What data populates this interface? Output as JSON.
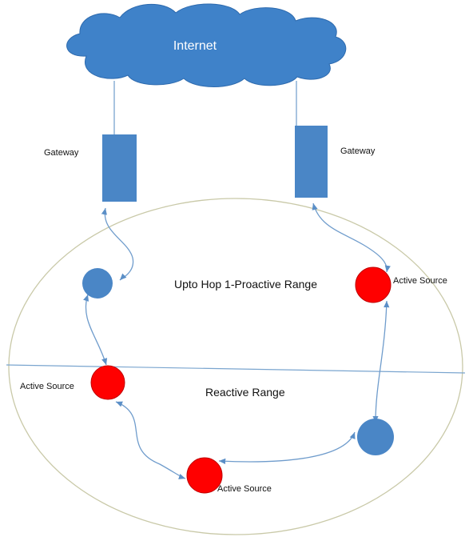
{
  "labels": {
    "cloud": "Internet",
    "gateway_left": "Gateway",
    "gateway_right": "Gateway",
    "proactive": "Upto Hop 1-Proactive Range",
    "reactive": "Reactive Range",
    "source_top_right": "Active Source",
    "source_left": "Active Source",
    "source_bottom": "Active Source"
  },
  "colors": {
    "cloud": "#3f82c9",
    "gateway": "#4a86c6",
    "node": "#4a86c6",
    "active_source": "#ff0000",
    "link": "#6f9ccc",
    "ellipse": "#c9c9a8",
    "divider": "#7aa5cf"
  }
}
